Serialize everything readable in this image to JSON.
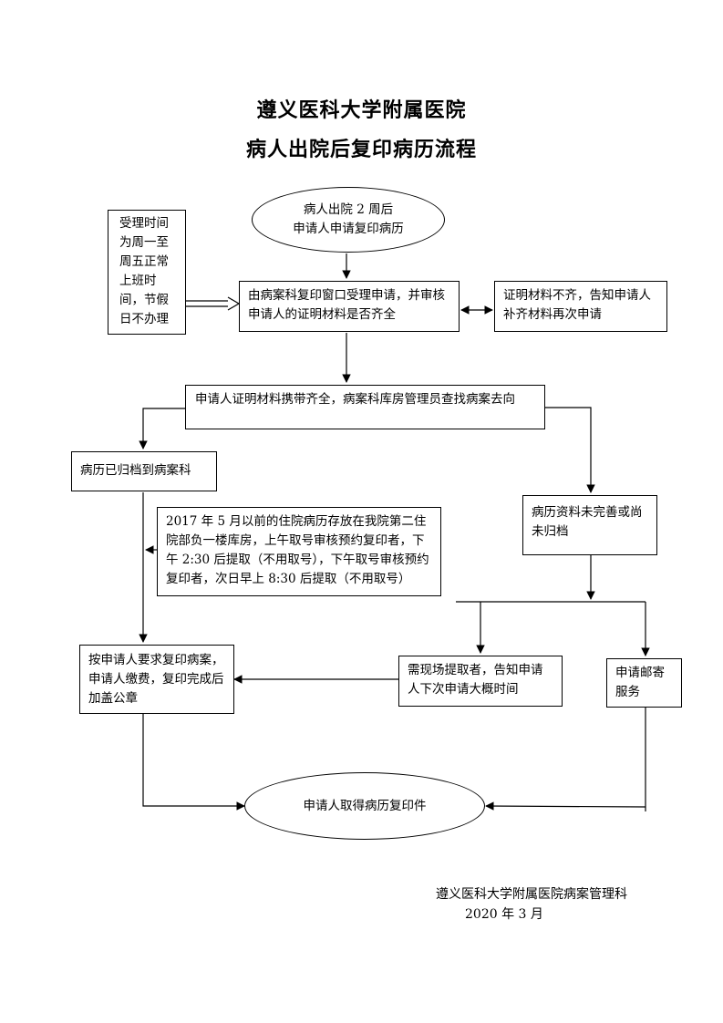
{
  "title": {
    "line1": "遵义医科大学附属医院",
    "line2": "病人出院后复印病历流程"
  },
  "nodes": {
    "start": {
      "line1": "病人出院 2 周后",
      "line2": "申请人申请复印病历"
    },
    "hours_note": "受理时间为周一至周五正常上班时间，节假日不办理",
    "review": "由病案科复印窗口受理申请，并审核申请人的证明材料是否齐全",
    "incomplete": "证明材料不齐，告知申请人补齐材料再次申请",
    "search": "申请人证明材料携带齐全，病案科库房管理员查找病案去向",
    "archived": "病历已归档到病案科",
    "pre2017_note": "2017 年 5 月以前的住院病历存放在我院第二住院部负一楼库房，上午取号审核预约复印者，下午 2:30 后提取（不用取号），下午取号审核预约复印者，次日早上 8:30 后提取（不用取号）",
    "not_archived": "病历资料未完善或尚未归档",
    "copy": "按申请人要求复印病案，申请人缴费，复印完成后加盖公章",
    "onsite": "需现场提取者，告知申请人下次申请大概时间",
    "mail": "申请邮寄服务",
    "end": "申请人取得病历复印件"
  },
  "footer": {
    "org": "遵义医科大学附属医院病案管理科",
    "date": "2020 年 3 月"
  }
}
